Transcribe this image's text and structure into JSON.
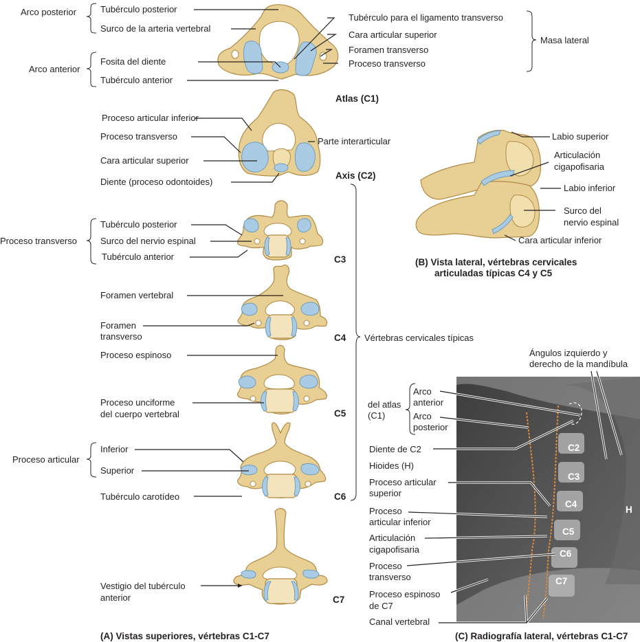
{
  "panel_a": {
    "caption": "(A)  Vistas superiores, vértebras C1-C7",
    "atlas": {
      "title": "Atlas (C1)",
      "group_posterior": "Arco posterior",
      "group_anterior": "Arco anterior",
      "group_lateral": "Masa lateral",
      "labels": {
        "tuberculo_posterior": "Tubérculo posterior",
        "surco_arteria": "Surco de la arteria vertebral",
        "fosita_diente": "Fosita del diente",
        "tuberculo_anterior": "Tubérculo anterior",
        "tuberculo_ligamento": "Tubérculo para el ligamento transverso",
        "cara_articular_sup": "Cara articular superior",
        "foramen_transverso": "Foramen transverso",
        "proceso_transverso": "Proceso transverso"
      }
    },
    "axis": {
      "title": "Axis (C2)",
      "labels": {
        "proceso_articular_inf": "Proceso articular inferior",
        "proceso_transverso": "Proceso transverso",
        "cara_articular_sup": "Cara articular superior",
        "diente": "Diente (proceso odontoides)",
        "parte_interarticular": "Parte interarticular"
      }
    },
    "c3": {
      "title": "C3",
      "group": "Proceso transverso",
      "labels": {
        "tuberculo_posterior": "Tubérculo posterior",
        "surco_nervio": "Surco del nervio espinal",
        "tuberculo_anterior": "Tubérculo anterior"
      }
    },
    "c4": {
      "title": "C4",
      "labels": {
        "foramen_vertebral": "Foramen vertebral",
        "foramen_transverso_1": "Foramen",
        "foramen_transverso_2": "transverso"
      }
    },
    "typical_group": "Vértebras cervicales típicas",
    "c5": {
      "title": "C5",
      "labels": {
        "proceso_espinoso": "Proceso espinoso",
        "unciforme_1": "Proceso unciforme",
        "unciforme_2": "del cuerpo vertebral"
      }
    },
    "c6": {
      "title": "C6",
      "group": "Proceso articular",
      "labels": {
        "inferior": "Inferior",
        "superior": "Superior",
        "carotideo": "Tubérculo carotídeo"
      }
    },
    "c7": {
      "title": "C7",
      "labels": {
        "vestigio_1": "Vestigio del tubérculo",
        "vestigio_2": "anterior"
      }
    }
  },
  "panel_b": {
    "caption_1": "(B)  Vista lateral, vértebras cervicales",
    "caption_2": "articuladas típicas C4 y C5",
    "labels": {
      "labio_superior": "Labio superior",
      "articulacion_1": "Articulación",
      "articulacion_2": "cigapofisaria",
      "labio_inferior": "Labio inferior",
      "surco_1": "Surco del",
      "surco_2": "nervio espinal",
      "cara_articular_inf": "Cara articular inferior"
    }
  },
  "panel_c": {
    "caption": "(C) Radiografía lateral, vértebras C1-C7",
    "angulos_1": "Ángulos izquierdo y",
    "angulos_2": "derecho de la mandíbula",
    "atlas_group_1": "del atlas",
    "atlas_group_2": "(C1)",
    "arco_anterior_1": "Arco",
    "arco_anterior_2": "anterior",
    "arco_posterior_1": "Arco",
    "arco_posterior_2": "posterior",
    "diente_c2": "Diente de C2",
    "hioides": "Hioides (H)",
    "pas_1": "Proceso articular",
    "pas_2": "superior",
    "pai_1": "Proceso",
    "pai_2": "articular inferior",
    "art_1": "Articulación",
    "art_2": "cigapofisaria",
    "pt_1": "Proceso",
    "pt_2": "transverso",
    "pe_1": "Proceso espinoso",
    "pe_2": "de C7",
    "canal": "Canal vertebral",
    "xray_levels": [
      "C2",
      "C3",
      "C4",
      "C5",
      "C6",
      "C7"
    ],
    "hyoid_mark": "H"
  },
  "colors": {
    "bone": "#e8cf93",
    "cartilage": "#a9cbe3",
    "xray_bg": "#4a4a4a",
    "canal_line": "#e08a3c"
  }
}
